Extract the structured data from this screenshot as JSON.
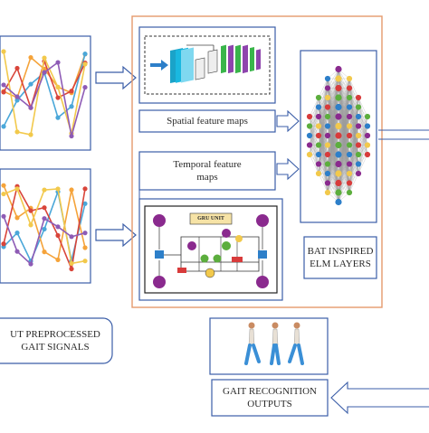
{
  "labels": {
    "input_signals": "UT PREPROCESSED\nGAIT SIGNALS",
    "spatial": "Spatial feature maps",
    "temporal": "Temporal feature\nmaps",
    "gru_title": "GRU UNIT",
    "bat_elm": "BAT INSPIRED\nELM LAYERS",
    "outputs": "GAIT RECOGNITION\nOUTPUTS"
  },
  "icons": {
    "cnn": "cnn-layer-stack-icon",
    "gru": "gru-cell-icon",
    "network": "neural-network-icon",
    "walker": "walking-person-icon",
    "arrow": "hollow-arrow-icon"
  },
  "colors": {
    "frame_blue": "#3b5ea8",
    "frame_orange": "#e59a6c",
    "line_orange": "#f5a33a",
    "line_blue": "#4aa7d9",
    "line_red": "#d9453a",
    "line_yellow": "#f2c94c",
    "line_purple": "#8e5bb5",
    "node_purple": "#8a2a8e",
    "node_green": "#5cae3d",
    "node_red": "#d83b3b",
    "node_blue": "#2d7fc9",
    "walker_blue": "#3a8fd6"
  }
}
